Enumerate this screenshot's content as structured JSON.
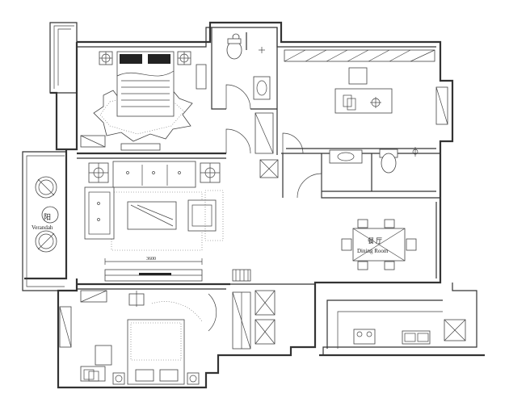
{
  "plan": {
    "veranda_label": "Verandah",
    "veranda_glyph": "阳",
    "dining_glyphs": "餐 厅",
    "dining_label": "Dining Room",
    "dimension_label": "3600"
  }
}
